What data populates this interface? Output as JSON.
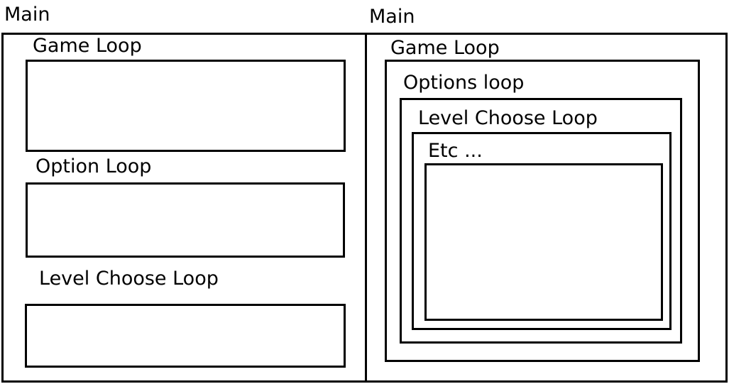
{
  "left": {
    "title": "Main",
    "items": [
      {
        "label": "Game Loop"
      },
      {
        "label": "Option Loop"
      },
      {
        "label": "Level Choose Loop"
      }
    ]
  },
  "right": {
    "title": "Main",
    "nested": [
      {
        "label": "Game Loop"
      },
      {
        "label": "Options loop"
      },
      {
        "label": "Level Choose Loop"
      },
      {
        "label": "Etc ..."
      }
    ]
  }
}
